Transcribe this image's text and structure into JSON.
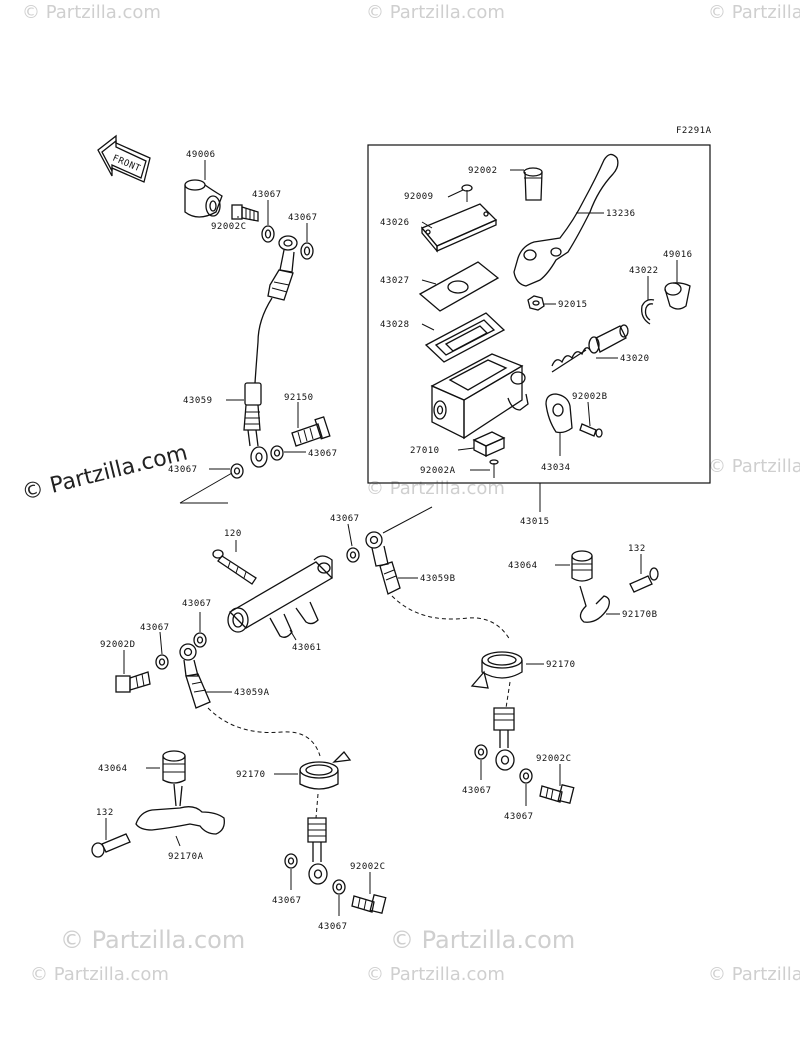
{
  "diagram": {
    "ref_code": "F2291A",
    "front_label": "FRONT",
    "labels": {
      "p49006": "49006",
      "p43067_a": "43067",
      "p43067_b": "43067",
      "p92002c_top": "92002C",
      "p43059": "43059",
      "p92150": "92150",
      "p43067_c": "43067",
      "p43067_d": "43067",
      "p92002": "92002",
      "p92009": "92009",
      "p43026": "43026",
      "p13236": "13236",
      "p43027": "43027",
      "p49016": "49016",
      "p43022": "43022",
      "p92015": "92015",
      "p43028": "43028",
      "p43020": "43020",
      "p92002b": "92002B",
      "p27010": "27010",
      "p92002a": "92002A",
      "p43034": "43034",
      "p43015": "43015",
      "p120": "120",
      "p43067_e": "43067",
      "p43059b": "43059B",
      "p43064_r": "43064",
      "p132_r": "132",
      "p43067_f": "43067",
      "p92170b": "92170B",
      "p43067_g": "43067",
      "p92002d": "92002D",
      "p43061": "43061",
      "p43059a": "43059A",
      "p92170_r": "92170",
      "p92002c_r": "92002C",
      "p43067_h": "43067",
      "p43067_i": "43067",
      "p43064_l": "43064",
      "p92170_l": "92170",
      "p132_l": "132",
      "p92170a": "92170A",
      "p43067_j": "43067",
      "p92002c_l": "92002C",
      "p43067_k": "43067"
    }
  },
  "watermarks": {
    "main": "© Partzilla.com",
    "faint": "© Partzilla.com"
  }
}
